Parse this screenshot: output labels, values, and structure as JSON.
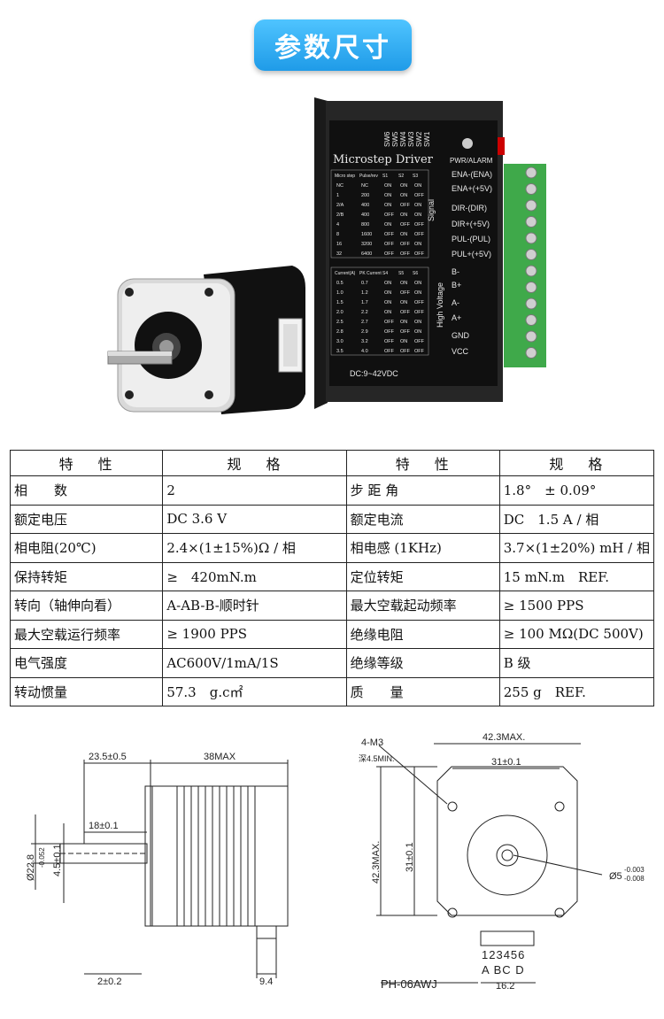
{
  "page_title": "参数尺寸",
  "driver": {
    "name": "Microstep Driver",
    "sw_labels": [
      "SW6",
      "SW5",
      "SW4",
      "SW3",
      "SW2",
      "SW1"
    ],
    "pwr_alarm": "PWR/ALARM",
    "signal_label": "Signal",
    "high_voltage_label": "High Voltage",
    "dc_range": "DC:9~42VDC",
    "terminals": [
      "ENA-(ENA)",
      "ENA+(+5V)",
      "DIR-(DIR)",
      "DIR+(+5V)",
      "PUL-(PUL)",
      "PUL+(+5V)",
      "B-",
      "B+",
      "A-",
      "A+",
      "GND",
      "VCC"
    ],
    "micro_table": {
      "headers": [
        "Micro step",
        "Pulse/rev",
        "S1",
        "S2",
        "S3"
      ],
      "rows": [
        [
          "NC",
          "NC",
          "ON",
          "ON",
          "ON"
        ],
        [
          "1",
          "200",
          "ON",
          "ON",
          "OFF"
        ],
        [
          "2/A",
          "400",
          "ON",
          "OFF",
          "ON"
        ],
        [
          "2/B",
          "400",
          "OFF",
          "ON",
          "ON"
        ],
        [
          "4",
          "800",
          "ON",
          "OFF",
          "OFF"
        ],
        [
          "8",
          "1600",
          "OFF",
          "ON",
          "OFF"
        ],
        [
          "16",
          "3200",
          "OFF",
          "OFF",
          "ON"
        ],
        [
          "32",
          "6400",
          "OFF",
          "OFF",
          "OFF"
        ]
      ]
    },
    "current_table": {
      "headers": [
        "Current(A)",
        "PK Current",
        "S4",
        "S5",
        "S6"
      ],
      "rows": [
        [
          "0.5",
          "0.7",
          "ON",
          "ON",
          "ON"
        ],
        [
          "1.0",
          "1.2",
          "ON",
          "OFF",
          "ON"
        ],
        [
          "1.5",
          "1.7",
          "ON",
          "ON",
          "OFF"
        ],
        [
          "2.0",
          "2.2",
          "ON",
          "OFF",
          "OFF"
        ],
        [
          "2.5",
          "2.7",
          "OFF",
          "ON",
          "ON"
        ],
        [
          "2.8",
          "2.9",
          "OFF",
          "OFF",
          "ON"
        ],
        [
          "3.0",
          "3.2",
          "OFF",
          "ON",
          "OFF"
        ],
        [
          "3.5",
          "4.0",
          "OFF",
          "OFF",
          "OFF"
        ]
      ]
    }
  },
  "spec_table": {
    "headers": [
      "特性",
      "规格",
      "特性",
      "规格"
    ],
    "rows": [
      [
        "相　　数",
        "2",
        "步 距 角",
        "1.8°　± 0.09°"
      ],
      [
        "额定电压",
        "DC 3.6 V",
        "额定电流",
        "DC　1.5 A / 相"
      ],
      [
        "相电阻(20℃)",
        "2.4×(1±15%)Ω / 相",
        "相电感 (1KHz)",
        "3.7×(1±20%) mH / 相"
      ],
      [
        "保持转矩",
        "≥　420mN.m",
        "定位转矩",
        "15 mN.m　REF."
      ],
      [
        "转向（轴伸向看）",
        "A-AB-B-顺时针",
        "最大空载起动频率",
        "≥ 1500 PPS"
      ],
      [
        "最大空载运行频率",
        "≥ 1900 PPS",
        "绝缘电阻",
        "≥ 100 MΩ(DC 500V)"
      ],
      [
        "电气强度",
        "AC600V/1mA/1S",
        "绝缘等级",
        "B 级"
      ],
      [
        "转动惯量",
        "57.3　g.c㎡",
        "质　　量",
        "255 g　REF."
      ]
    ]
  },
  "side_view": {
    "dim_shaft_total": "23.5±0.5",
    "dim_body": "38MAX",
    "dim_flat": "18±0.1",
    "dim_shaft_dia": "Ø22.8",
    "dim_shaft_dia_tol": "-0.052",
    "dim_flat_depth": "4.5±0.1",
    "dim_boss": "2±0.2",
    "dim_connector": "9.4"
  },
  "front_view": {
    "hole_note": "4-M3",
    "hole_depth": "深4.5MIN.",
    "dim_width": "42.3MAX.",
    "dim_hole_spacing": "31±0.1",
    "dim_height": "42.3MAX.",
    "dim_hole_spacing_v": "31±0.1",
    "dim_shaft": "Ø5",
    "dim_shaft_tol_upper": "-0.003",
    "dim_shaft_tol_lower": "-0.008",
    "connector_pins": "123456",
    "connector_phases": "A BC D",
    "connector_width": "16.2",
    "connector_model": "PH-06AWJ"
  }
}
